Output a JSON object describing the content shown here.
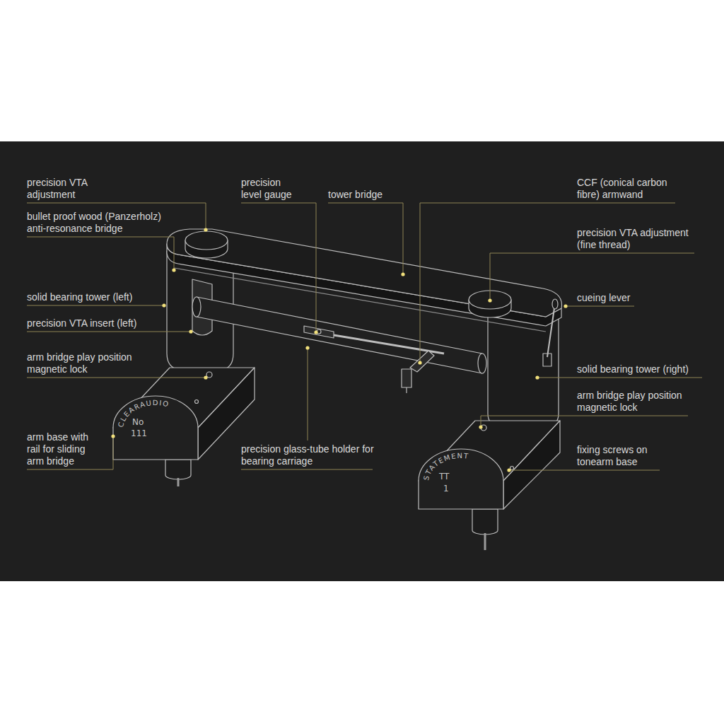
{
  "diagram": {
    "labels": [
      "precision VTA adjustment",
      "bullet proof wood (Panzerholz) anti-resonance bridge",
      "solid bearing tower (left)",
      "precision VTA insert (left)",
      "arm bridge play position magnetic lock",
      "arm base with rail for sliding arm bridge",
      "precision level gauge",
      "tower bridge",
      "precision glass-tube holder for bearing carriage",
      "CCF (conical carbon fibre) armwand",
      "precision VTA adjustment (fine thread)",
      "cueing lever",
      "solid bearing tower (right)",
      "arm bridge play position magnetic lock",
      "fixing screws on tonearm base",
      "CLEARAUDIO",
      "No",
      "111",
      "STATEMENT",
      "TT",
      "1"
    ]
  }
}
